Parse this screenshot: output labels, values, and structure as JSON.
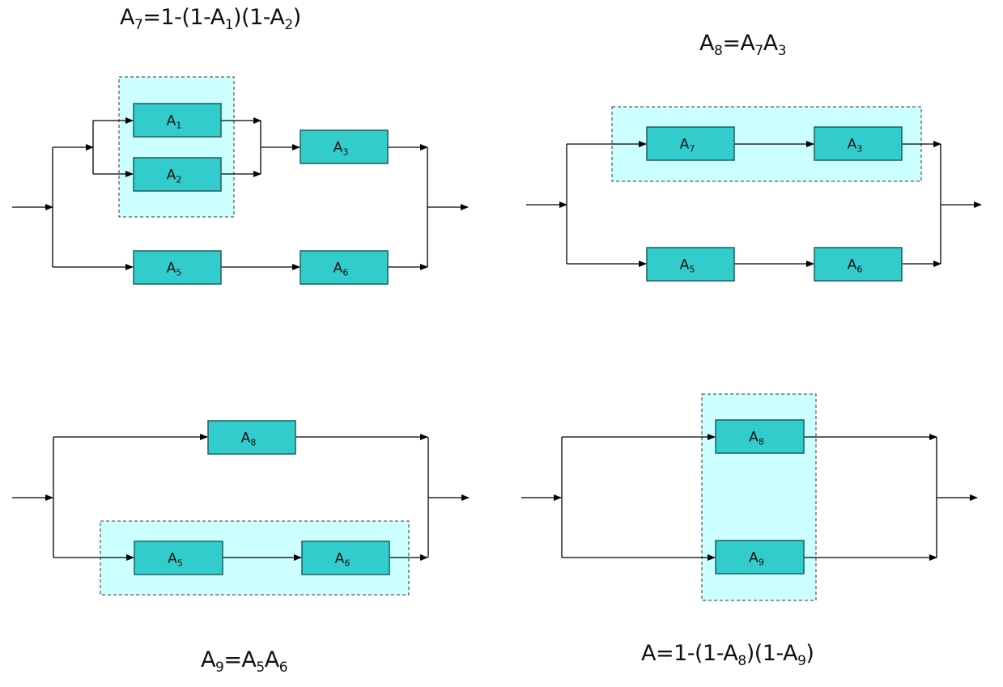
{
  "colors": {
    "block_fill": "#33CCCC",
    "block_stroke": "#1F5F5F",
    "group_fill": "#CCFFFF",
    "group_stroke": "#333333",
    "line": "#000000"
  },
  "panels": [
    {
      "id": "top-left",
      "formula": {
        "parts": [
          [
            "A",
            "7"
          ],
          [
            "=1-(1-A",
            "1"
          ],
          [
            ")(1-A",
            "2"
          ],
          [
            ")",
            ""
          ]
        ]
      },
      "blocks": [
        {
          "name": "A",
          "sub": "1"
        },
        {
          "name": "A",
          "sub": "2"
        },
        {
          "name": "A",
          "sub": "3"
        },
        {
          "name": "A",
          "sub": "5"
        },
        {
          "name": "A",
          "sub": "6"
        }
      ],
      "group_encloses": [
        "A1",
        "A2"
      ]
    },
    {
      "id": "top-right",
      "formula": {
        "parts": [
          [
            "A",
            "8"
          ],
          [
            "=A",
            "7"
          ],
          [
            "A",
            "3"
          ]
        ]
      },
      "blocks": [
        {
          "name": "A",
          "sub": "7"
        },
        {
          "name": "A",
          "sub": "3"
        },
        {
          "name": "A",
          "sub": "5"
        },
        {
          "name": "A",
          "sub": "6"
        }
      ],
      "group_encloses": [
        "A7",
        "A3"
      ]
    },
    {
      "id": "bottom-left",
      "formula": {
        "parts": [
          [
            "A",
            "9"
          ],
          [
            "=A",
            "5"
          ],
          [
            "A",
            "6"
          ]
        ]
      },
      "blocks": [
        {
          "name": "A",
          "sub": "8"
        },
        {
          "name": "A",
          "sub": "5"
        },
        {
          "name": "A",
          "sub": "6"
        }
      ],
      "group_encloses": [
        "A5",
        "A6"
      ]
    },
    {
      "id": "bottom-right",
      "formula": {
        "parts": [
          [
            "A=1-(1-A",
            "8"
          ],
          [
            ")(1-A",
            "9"
          ],
          [
            ")",
            ""
          ]
        ]
      },
      "blocks": [
        {
          "name": "A",
          "sub": "8"
        },
        {
          "name": "A",
          "sub": "9"
        }
      ],
      "group_encloses": [
        "A8",
        "A9"
      ]
    }
  ]
}
